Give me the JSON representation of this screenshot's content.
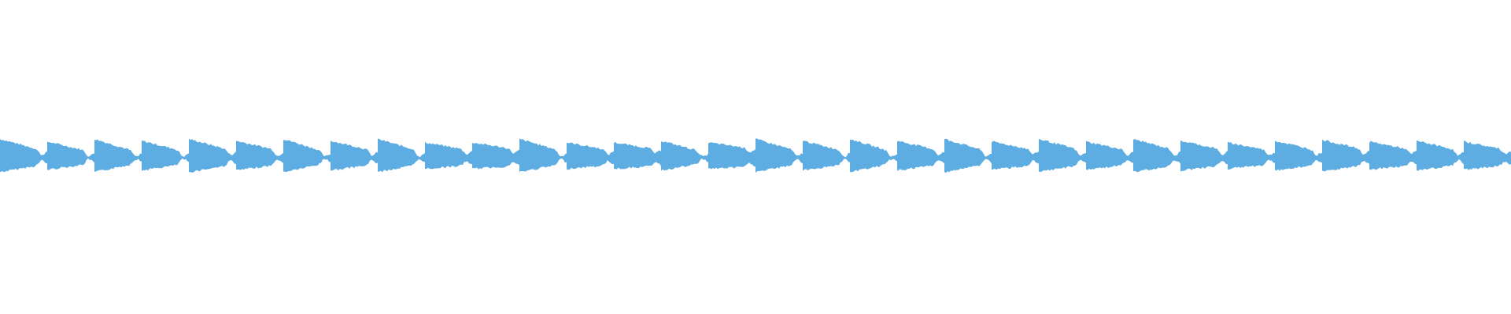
{
  "waveform": {
    "color": "#5dade2",
    "segment_count": 32,
    "segments": [
      {
        "peak": 0.95,
        "tail": 0.4,
        "dip": 0.55
      },
      {
        "peak": 0.8,
        "tail": 0.35,
        "dip": 0.5
      },
      {
        "peak": 0.95,
        "tail": 0.3,
        "dip": 0.45
      },
      {
        "peak": 0.85,
        "tail": 0.35,
        "dip": 0.4
      },
      {
        "peak": 0.95,
        "tail": 0.4,
        "dip": 0.55
      },
      {
        "peak": 0.85,
        "tail": 0.4,
        "dip": 0.45
      },
      {
        "peak": 0.95,
        "tail": 0.3,
        "dip": 0.45
      },
      {
        "peak": 0.85,
        "tail": 0.4,
        "dip": 0.5
      },
      {
        "peak": 0.95,
        "tail": 0.35,
        "dip": 0.4
      },
      {
        "peak": 0.75,
        "tail": 0.45,
        "dip": 0.6
      },
      {
        "peak": 0.75,
        "tail": 0.5,
        "dip": 0.6
      },
      {
        "peak": 0.95,
        "tail": 0.35,
        "dip": 0.45
      },
      {
        "peak": 0.75,
        "tail": 0.45,
        "dip": 0.55
      },
      {
        "peak": 0.75,
        "tail": 0.5,
        "dip": 0.6
      },
      {
        "peak": 0.85,
        "tail": 0.3,
        "dip": 0.4
      },
      {
        "peak": 0.75,
        "tail": 0.55,
        "dip": 0.65
      },
      {
        "peak": 0.95,
        "tail": 0.35,
        "dip": 0.45
      },
      {
        "peak": 0.85,
        "tail": 0.35,
        "dip": 0.5
      },
      {
        "peak": 0.95,
        "tail": 0.3,
        "dip": 0.4
      },
      {
        "peak": 0.85,
        "tail": 0.4,
        "dip": 0.55
      },
      {
        "peak": 0.95,
        "tail": 0.35,
        "dip": 0.45
      },
      {
        "peak": 0.8,
        "tail": 0.45,
        "dip": 0.55
      },
      {
        "peak": 0.95,
        "tail": 0.4,
        "dip": 0.45
      },
      {
        "peak": 0.8,
        "tail": 0.4,
        "dip": 0.5
      },
      {
        "peak": 0.95,
        "tail": 0.4,
        "dip": 0.5
      },
      {
        "peak": 0.85,
        "tail": 0.45,
        "dip": 0.5
      },
      {
        "peak": 0.75,
        "tail": 0.4,
        "dip": 0.55
      },
      {
        "peak": 0.85,
        "tail": 0.4,
        "dip": 0.55
      },
      {
        "peak": 0.9,
        "tail": 0.45,
        "dip": 0.55
      },
      {
        "peak": 0.8,
        "tail": 0.45,
        "dip": 0.6
      },
      {
        "peak": 0.85,
        "tail": 0.4,
        "dip": 0.5
      },
      {
        "peak": 0.8,
        "tail": 0.45,
        "dip": 0.6
      }
    ]
  }
}
